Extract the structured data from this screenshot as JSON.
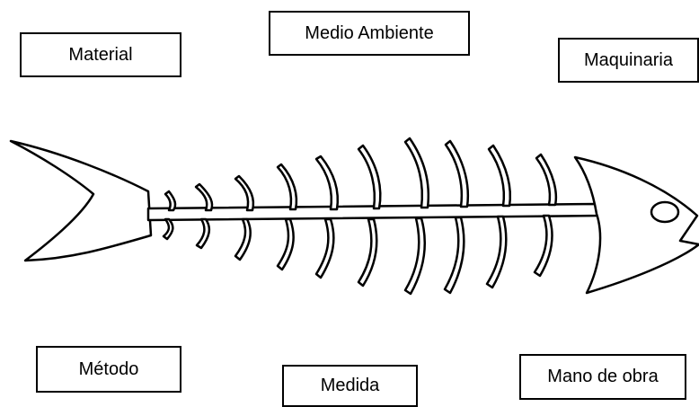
{
  "diagram": {
    "categories": {
      "material": "Material",
      "medio_ambiente": "Medio Ambiente",
      "maquinaria": "Maquinaria",
      "metodo": "Método",
      "medida": "Medida",
      "mano_de_obra": "Mano de obra"
    },
    "colors": {
      "stroke": "#000000",
      "fill": "#ffffff"
    },
    "illustration": "fish-skeleton"
  }
}
